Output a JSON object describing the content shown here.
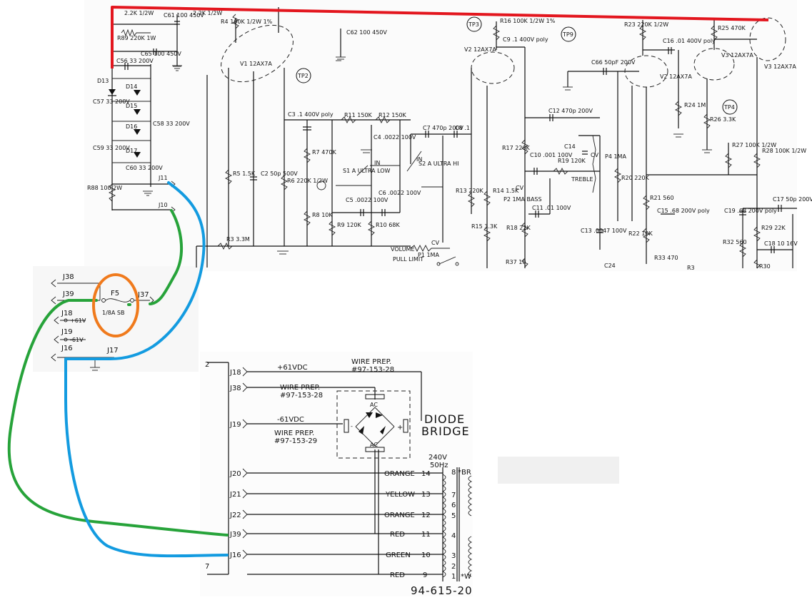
{
  "top": {
    "r92": "2.2K 1/2W",
    "c61": "C61 100 450V",
    "r91": "2.2K 1/2W",
    "r89": "R89 220K 1W",
    "c65": "C65 100 450V",
    "c56": "C56 33 200V",
    "d13": "D13",
    "d14": "D14",
    "d15": "D15",
    "d16": "D16",
    "d17": "D17",
    "c57": "C57 33 200V",
    "c58": "C58 33 200V",
    "c59": "C59 33 200V",
    "c60": "C60 33 200V",
    "r88": "R88 100 2W",
    "j11": "J11",
    "j10": "J10",
    "r4": "R4 100K 1/2W 1%",
    "v1": "V1 12AX7A",
    "tp2": "TP2",
    "c62": "C62 100 450V",
    "r5": "R5 1.5K",
    "c2": "C2 50p 500V",
    "r6": "R6 220K 1/2W",
    "c3": "C3 .1 400V poly",
    "r7": "R7 470K",
    "r8": "R8 10K",
    "r3": "R3 3.3M",
    "r11": "R11 150K",
    "r12": "R12 150K",
    "c4": "C4 .0022 100V",
    "s1": "S1 A ULTRA LOW",
    "in1": "IN",
    "c5": "C5 .0022 100V",
    "c6": "C6 .0022 100V",
    "r9": "R9 120K",
    "r10": "R10 68K",
    "c7": "C7 470p 200V",
    "c8": "C8 .1",
    "s2": "S2 A ULTRA HI",
    "in2": "IN",
    "vol": "VOLUME",
    "pull": "PULL LIMIT",
    "p1": "P1 1MA",
    "cv1": "CV",
    "tp3": "TP3",
    "r16": "R16 100K 1/2W 1%",
    "c9": "C9 .1 400V poly",
    "v2a": "V2 12AX7A",
    "r13": "R13 220K",
    "r14": "R14 1.5K",
    "r15": "R15 3.3K",
    "tp9": "TP9",
    "c12": "C12 470p 200V",
    "r17": "R17 220K",
    "c10": "C10 .001 100V",
    "r19": "R19 120K",
    "c14": "C14",
    "p4": "P4 1MA",
    "treble": "TREBLE",
    "cv2": "CV",
    "cv3": "CV",
    "p2": "P2 1MA BASS",
    "c11": "C11 .01 100V",
    "r18": "R18 22K",
    "c13": "C13 .0047 100V",
    "r37": "R37 10",
    "c24": "C24",
    "c66": "C66 50pF 200V",
    "r20": "R20 220K",
    "r23": "R23 220K 1/2W",
    "c16": "C16 .01 400V poly",
    "v2b": "V2 12AX7A",
    "r24": "R24 1M",
    "r21": "R21 560",
    "c15": "C15 .68 200V poly",
    "r22": "R22 10K",
    "r33": "R33 470",
    "r25": "R25 470K",
    "v3a": "V3 12AX7A",
    "r26": "R26 3.3K",
    "tp4": "TP4",
    "v3b": "V3 12AX7A",
    "r27": "R27 100K 1/2W",
    "r28": "R28 100K 1/2W",
    "c17": "C17 50p 200V",
    "c19": "C19 .68 200V poly",
    "r29": "R29 22K",
    "r32": "R32 560",
    "c18": "C18 10 16V",
    "r30": "R30",
    "r3b": "R3"
  },
  "mid": {
    "j38": "J38",
    "j39": "J39",
    "j37": "J37",
    "j18": "J18",
    "j19": "J19",
    "j16": "J16",
    "j17": "J17",
    "plus61": "+61V",
    "minus61": "-61V",
    "f5": "F5",
    "fuse": "1/8A SB"
  },
  "bottom": {
    "connectors": [
      "J18",
      "J38",
      "J19",
      "J20",
      "J21",
      "J22",
      "J39",
      "J16"
    ],
    "plus61vdc": "+61VDC",
    "minus61vdc": "-61VDC",
    "wp1_a": "WIRE PREP.",
    "wp1_b": "#97-153-28",
    "wp2_a": "WIRE PREP.",
    "wp2_b": "#97-153-28",
    "wp3_a": "WIRE PREP.",
    "wp3_b": "#97-153-29",
    "diode1": "DIODE",
    "diode2": "BRIDGE",
    "ac": "AC",
    "minus": "-",
    "plus": "+",
    "volt": "240V",
    "hz": "50Hz",
    "wires": [
      {
        "color": "ORANGE",
        "pin": "14"
      },
      {
        "color": "YELLOW",
        "pin": "13"
      },
      {
        "color": "ORANGE",
        "pin": "12"
      },
      {
        "color": "RED",
        "pin": "11"
      },
      {
        "color": "GREEN",
        "pin": "10"
      },
      {
        "color": "RED",
        "pin": "9"
      }
    ],
    "pri_pins": [
      "8",
      "7",
      "6",
      "5",
      "4",
      "3",
      "2",
      "1"
    ],
    "pri8": "*BR",
    "pri1": "*W",
    "part": "94-615-20",
    "edge2": "2",
    "edge7": "7"
  },
  "colors": {
    "red": "#e3161e",
    "green": "#27a33a",
    "blue": "#139be0",
    "orange": "#f07a1c"
  }
}
